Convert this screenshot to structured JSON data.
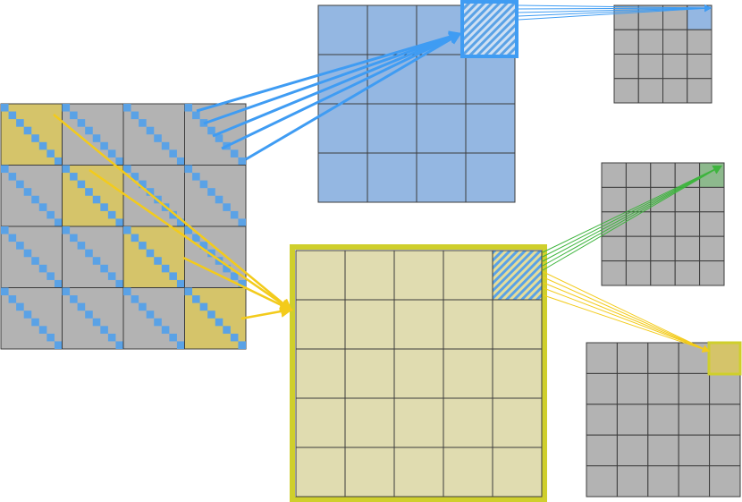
{
  "colors": {
    "gray_cell": "#b3b3b3",
    "blue_accent": "#5aa2e6",
    "blue_grid": "#94b7e2",
    "blue_arrow": "#3f9cf3",
    "yellow_block": "#d5c46a",
    "yellow_grid": "#e0dcb0",
    "yellow_border": "#cfcf2c",
    "yellow_arrow": "#f3cb1b",
    "green_arrow": "#3eb53e",
    "green_fill": "#8db98d",
    "grid_line": "#3c3c3c"
  },
  "diagram": {
    "input_matrix": {
      "blocks": 4,
      "cells_per_block": 4,
      "diagonal_pattern": true
    },
    "blue_matrix": {
      "rows": 4,
      "cols": 4,
      "highlight_cell": [
        0,
        3
      ]
    },
    "blue_target": {
      "rows": 4,
      "cols": 4,
      "highlight_cell": [
        0,
        3
      ]
    },
    "yellow_matrix": {
      "rows": 5,
      "cols": 5,
      "highlight_cell": [
        0,
        4
      ]
    },
    "green_target": {
      "rows": 5,
      "cols": 5,
      "highlight_cell": [
        0,
        4
      ]
    },
    "yellow_target": {
      "rows": 5,
      "cols": 5,
      "highlight_cell": [
        0,
        4
      ]
    }
  }
}
